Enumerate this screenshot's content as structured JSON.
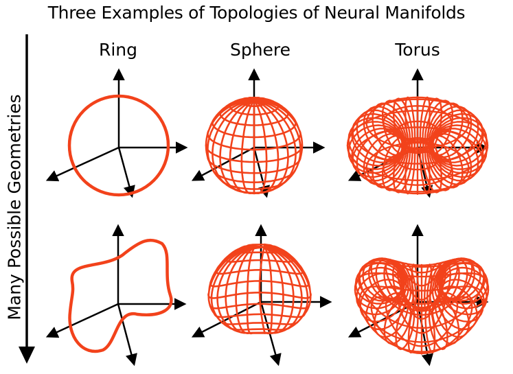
{
  "title": "Three Examples of Topologies of Neural Manifolds",
  "columns": [
    "Ring",
    "Sphere",
    "Torus"
  ],
  "side_label": "Many Possible Geometries",
  "colors": {
    "manifold": "#f2421b",
    "axes": "#000000",
    "background": "#ffffff"
  }
}
